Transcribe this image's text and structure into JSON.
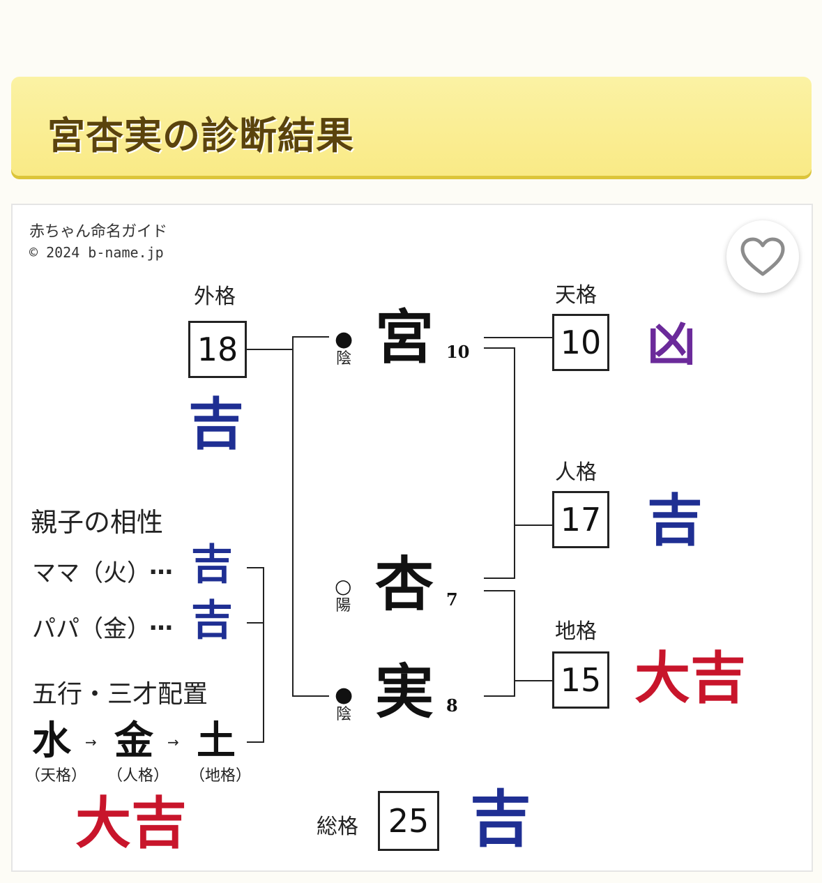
{
  "header": {
    "title": "宮杏実の診断結果"
  },
  "watermark": {
    "site": "赤ちゃん命名ガイド",
    "copyright": "© 2024 b-name.jp"
  },
  "favorite": {
    "icon": "heart-icon"
  },
  "name_chars": [
    {
      "char": "宮",
      "strokes": "10",
      "polarity_mark": "●",
      "polarity": "陰"
    },
    {
      "char": "杏",
      "strokes": "7",
      "polarity_mark": "○",
      "polarity": "陽"
    },
    {
      "char": "実",
      "strokes": "8",
      "polarity_mark": "●",
      "polarity": "陰"
    }
  ],
  "kaku": {
    "gaikaku": {
      "label": "外格",
      "value": "18",
      "fortune": "吉",
      "color": "#1f2f93"
    },
    "tenkaku": {
      "label": "天格",
      "value": "10",
      "fortune": "凶",
      "color": "#6b2a9a"
    },
    "jinkaku": {
      "label": "人格",
      "value": "17",
      "fortune": "吉",
      "color": "#1f2f93"
    },
    "chikaku": {
      "label": "地格",
      "value": "15",
      "fortune": "大吉",
      "color": "#c8152b"
    },
    "soukaku": {
      "label": "総格",
      "value": "25",
      "fortune": "吉",
      "color": "#1f2f93"
    }
  },
  "compat": {
    "title": "親子の相性",
    "mama": {
      "label": "ママ（火）",
      "dots": "…",
      "fortune": "吉"
    },
    "papa": {
      "label": "パパ（金）",
      "dots": "…",
      "fortune": "吉"
    }
  },
  "gogyo": {
    "title": "五行・三才配置",
    "elements": [
      {
        "char": "水",
        "sub": "（天格）"
      },
      {
        "char": "金",
        "sub": "（人格）"
      },
      {
        "char": "土",
        "sub": "（地格）"
      }
    ],
    "arrow": "→",
    "fortune": "大吉"
  },
  "colors": {
    "good": "#1f2f93",
    "great": "#c8152b",
    "bad": "#6b2a9a",
    "header_bg": "#f9ea86",
    "header_text": "#5a430d"
  }
}
